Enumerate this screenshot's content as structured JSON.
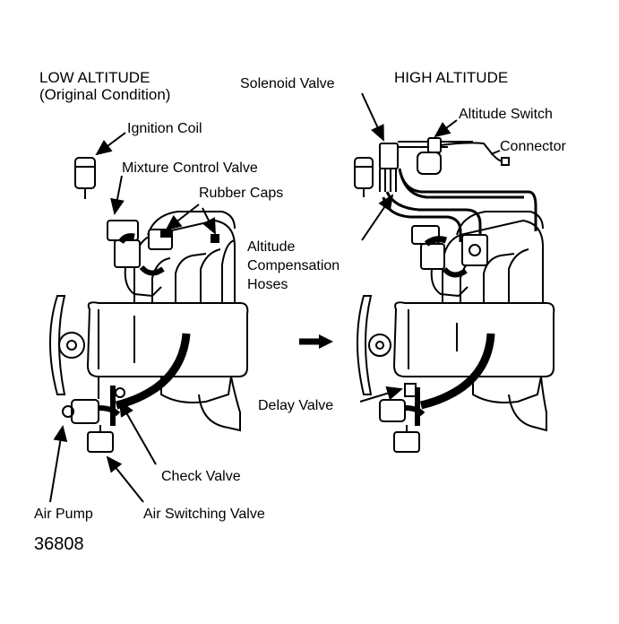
{
  "left_panel": {
    "title_line1": "LOW ALTITUDE",
    "title_line2": "(Original Condition)",
    "labels": {
      "ignition_coil": "Ignition Coil",
      "mixture_control_valve": "Mixture Control Valve",
      "rubber_caps": "Rubber Caps",
      "check_valve": "Check Valve",
      "air_pump": "Air Pump",
      "air_switching_valve": "Air Switching Valve"
    }
  },
  "right_panel": {
    "title": "HIGH ALTITUDE",
    "labels": {
      "solenoid_valve": "Solenoid Valve",
      "altitude_switch": "Altitude Switch",
      "connector": "Connector",
      "altitude_compensation_hoses_1": "Altitude",
      "altitude_compensation_hoses_2": "Compensation",
      "altitude_compensation_hoses_3": "Hoses",
      "delay_valve": "Delay Valve"
    }
  },
  "figure_number": "36808"
}
